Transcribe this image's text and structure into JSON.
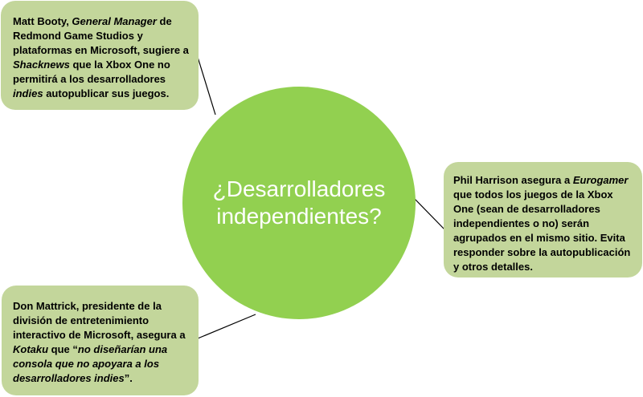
{
  "center": {
    "title": "¿Desarrolladores independientes?"
  },
  "notes": [
    {
      "id": "top-left",
      "segments": [
        {
          "text": "Matt Booty, ",
          "italic": false
        },
        {
          "text": "General Manager",
          "italic": true
        },
        {
          "text": " de Redmond Game Studios y plataformas en Microsoft, sugiere a ",
          "italic": false
        },
        {
          "text": "Shacknews",
          "italic": true
        },
        {
          "text": " que la Xbox One no permitirá a los desarrolladores ",
          "italic": false
        },
        {
          "text": "indies",
          "italic": true
        },
        {
          "text": " autopublicar sus juegos.",
          "italic": false
        }
      ]
    },
    {
      "id": "right",
      "segments": [
        {
          "text": "Phil Harrison asegura a ",
          "italic": false
        },
        {
          "text": "Eurogamer",
          "italic": true
        },
        {
          "text": " que todos los juegos de la Xbox One (sean de desarrolladores independientes o no) serán agrupados en el mismo sitio. Evita responder sobre la autopublicación y otros detalles.",
          "italic": false
        }
      ]
    },
    {
      "id": "bottom-left",
      "segments": [
        {
          "text": "Don Mattrick, presidente de la división de entretenimiento interactivo de Microsoft, asegura a ",
          "italic": false
        },
        {
          "text": "Kotaku",
          "italic": true
        },
        {
          "text": "  que “",
          "italic": false
        },
        {
          "text": "no diseñarían una consola que no apoyara a los desarrolladores indies",
          "italic": true
        },
        {
          "text": "”.",
          "italic": false
        }
      ]
    }
  ],
  "colors": {
    "circle": "#92d050",
    "note_fill": "#c3d69b",
    "connector": "#000000",
    "title_text": "#ffffff"
  }
}
